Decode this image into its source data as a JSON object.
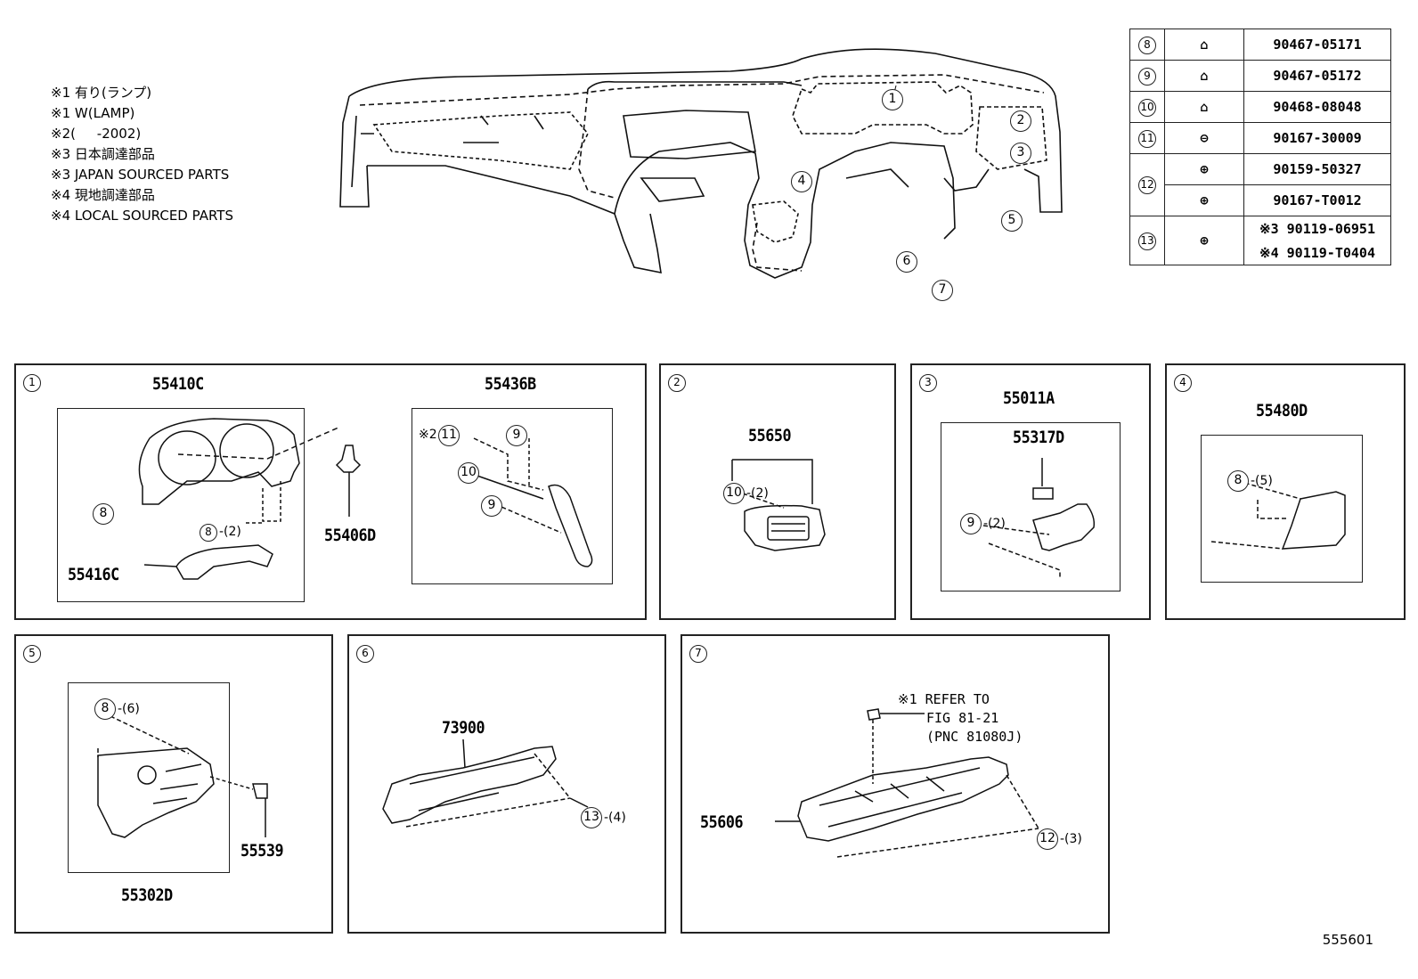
{
  "notes": [
    "※1 有り(ランプ)",
    "※1 W(LAMP)",
    "※2(     -2002)",
    "※3 日本調達部品",
    "※3 JAPAN SOURCED PARTS",
    "※4 現地調達部品",
    "※4 LOCAL SOURCED PARTS"
  ],
  "parts_table": [
    {
      "ref": "8",
      "part": "90467-05171"
    },
    {
      "ref": "9",
      "part": "90467-05172"
    },
    {
      "ref": "10",
      "part": "90468-08048"
    },
    {
      "ref": "11",
      "part": "90167-30009"
    },
    {
      "ref": "12",
      "part": "90159-50327"
    },
    {
      "ref": "",
      "part": "90167-T0012"
    },
    {
      "ref": "13",
      "part": "※3 90119-06951"
    },
    {
      "ref": "",
      "part": "※4 90119-T0404"
    }
  ],
  "overview_callouts": [
    "1",
    "2",
    "3",
    "4",
    "5",
    "6",
    "7"
  ],
  "panels": {
    "p1": {
      "num": "1",
      "main": "55410C",
      "cover": "55416C",
      "clip": "55406D",
      "qty8": "-(2)",
      "c8": "8",
      "sub2": "55436B",
      "note2": "※2",
      "c11": "11",
      "c9": "9",
      "c10": "10",
      "c9b": "9"
    },
    "p2": {
      "num": "2",
      "part": "55650",
      "c10": "10",
      "qty": "-(2)"
    },
    "p3": {
      "num": "3",
      "main": "55011A",
      "part": "55317D",
      "c9": "9",
      "qty": "-(2)"
    },
    "p4": {
      "num": "4",
      "part": "55480D",
      "c8": "8",
      "qty": "-(5)"
    },
    "p5": {
      "num": "5",
      "c8": "8",
      "qty": "-(6)",
      "part1": "55539",
      "part2": "55302D"
    },
    "p6": {
      "num": "6",
      "part": "73900",
      "c13": "13",
      "qty": "-(4)"
    },
    "p7": {
      "num": "7",
      "ref1": "※1 REFER TO",
      "ref2": "FIG 81-21",
      "ref3": "(PNC 81080J)",
      "part": "55606",
      "c12": "12",
      "qty": "-(3)"
    }
  },
  "illustration_id": "555601"
}
